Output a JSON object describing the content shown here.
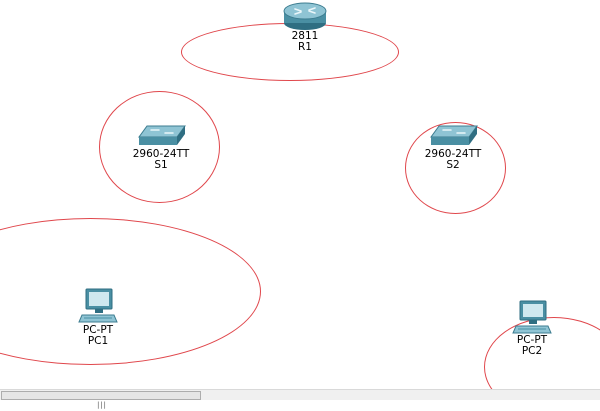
{
  "topology": {
    "devices": [
      {
        "id": "r1",
        "icon": "router-icon",
        "model": "2811",
        "name": "R1"
      },
      {
        "id": "s1",
        "icon": "switch-icon",
        "model": "2960-24TT",
        "name": "S1"
      },
      {
        "id": "s2",
        "icon": "switch-icon",
        "model": "2960-24TT",
        "name": "S2"
      },
      {
        "id": "pc1",
        "icon": "pc-icon",
        "model": "PC-PT",
        "name": "PC1"
      },
      {
        "id": "pc2",
        "icon": "pc-icon",
        "model": "PC-PT",
        "name": "PC2"
      }
    ],
    "annotation_color": "#e0474c",
    "device_color": "#4a8fa3"
  },
  "scrollbar": {
    "grip": "|||"
  }
}
